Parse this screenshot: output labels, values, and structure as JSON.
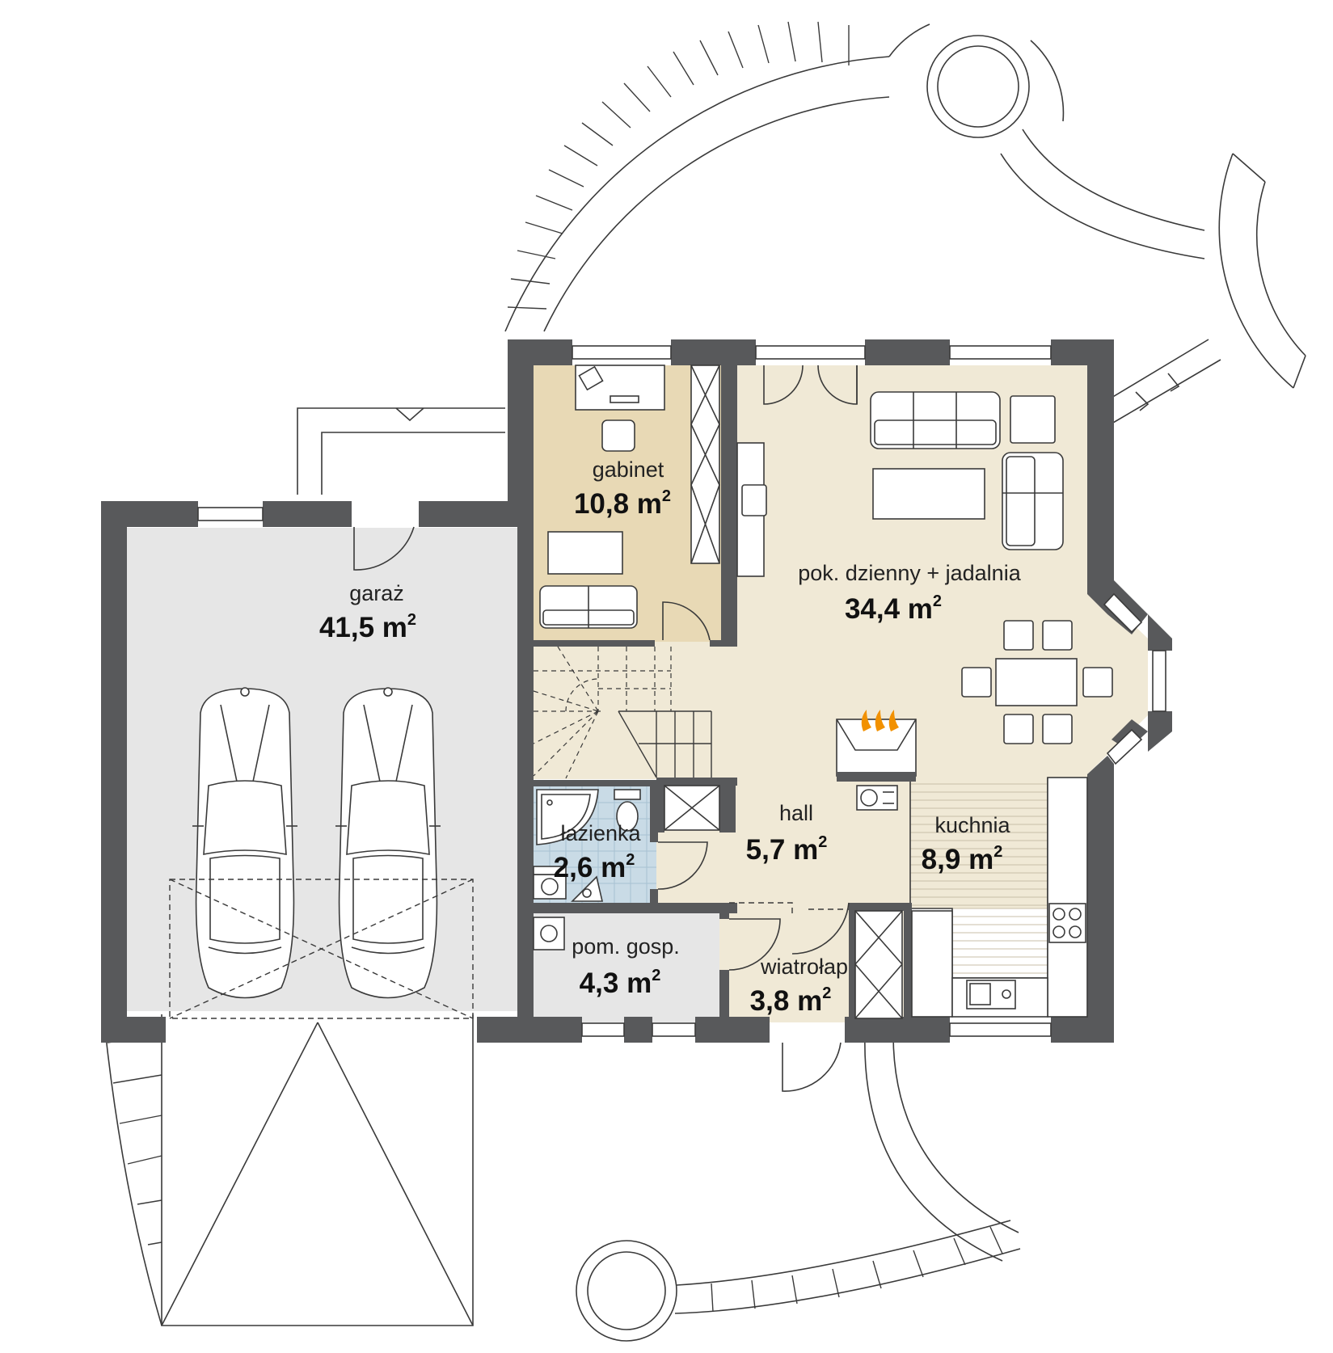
{
  "colors": {
    "wall": "#58595b",
    "garage": "#e6e6e6",
    "office": "#e8d9b5",
    "living": "#f0e9d6",
    "bathroom": "#c9dbe6",
    "utility": "#e6e6e6",
    "flame": "#f29100"
  },
  "area_unit": "m",
  "area_unit_exp": "2",
  "rooms": {
    "garage": {
      "name": "garaż",
      "area": "41,5"
    },
    "office": {
      "name": "gabinet",
      "area": "10,8"
    },
    "living": {
      "name": "pok. dzienny + jadalnia",
      "area": "34,4"
    },
    "hall": {
      "name": "hall",
      "area": "5,7"
    },
    "kitchen": {
      "name": "kuchnia",
      "area": "8,9"
    },
    "bathroom": {
      "name": "łazienka",
      "area": "2,6"
    },
    "utility": {
      "name": "pom. gosp.",
      "area": "4,3"
    },
    "vestibule": {
      "name": "wiatrołap",
      "area": "3,8"
    }
  },
  "icons": [
    "car-icon",
    "car-icon",
    "fireplace-icon",
    "toilet-icon",
    "shower-icon",
    "stove-icon",
    "sink-icon",
    "sofa-icon",
    "table-icon",
    "chair-icon",
    "stairs-icon",
    "door-icon",
    "window-icon"
  ]
}
